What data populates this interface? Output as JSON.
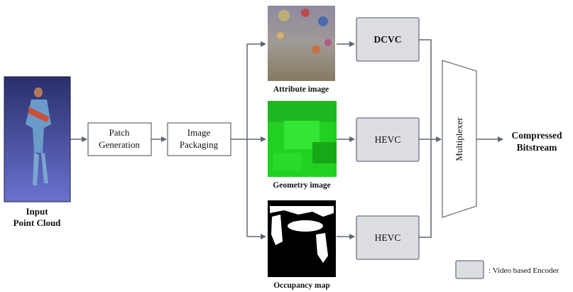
{
  "input": {
    "line1": "Input",
    "line2": "Point Cloud"
  },
  "stages": {
    "patch_generation": {
      "line1": "Patch",
      "line2": "Generation"
    },
    "image_packaging": {
      "line1": "Image",
      "line2": "Packaging"
    }
  },
  "images": {
    "attribute": "Attribute image",
    "geometry": "Geometry image",
    "occupancy": "Occupancy map"
  },
  "encoders": {
    "attribute": "DCVC",
    "geometry": "HEVC",
    "occupancy": "HEVC"
  },
  "multiplexer": "Multiplexer",
  "output": {
    "line1": "Compressed",
    "line2": "Bitstream"
  },
  "legend": {
    "text": ": Video based Encoder"
  },
  "colors": {
    "encoder_fill": "#dcdde1",
    "box_stroke": "#6b7280",
    "input_bg": "#5a62b4",
    "geometry_green": "#22d022",
    "occupancy_black": "#000000"
  }
}
